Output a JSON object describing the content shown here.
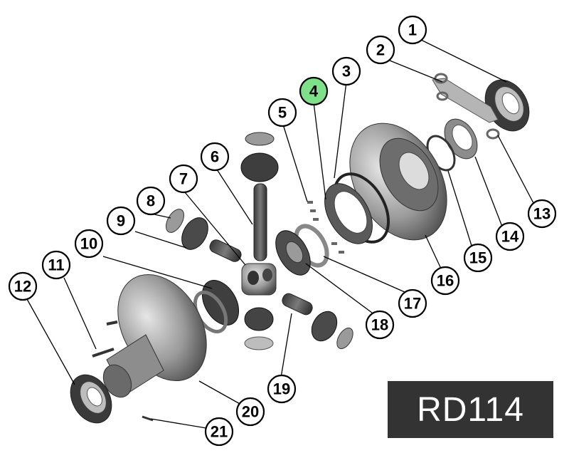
{
  "model_code": "RD114",
  "highlight_color": "#7fe08a",
  "badge_color": "#333333",
  "callouts": [
    {
      "id": 1,
      "label": "1"
    },
    {
      "id": 2,
      "label": "2"
    },
    {
      "id": 3,
      "label": "3"
    },
    {
      "id": 4,
      "label": "4",
      "highlighted": true
    },
    {
      "id": 5,
      "label": "5"
    },
    {
      "id": 6,
      "label": "6"
    },
    {
      "id": 7,
      "label": "7"
    },
    {
      "id": 8,
      "label": "8"
    },
    {
      "id": 9,
      "label": "9"
    },
    {
      "id": 10,
      "label": "10"
    },
    {
      "id": 11,
      "label": "11"
    },
    {
      "id": 12,
      "label": "12"
    },
    {
      "id": 13,
      "label": "13"
    },
    {
      "id": 14,
      "label": "14"
    },
    {
      "id": 15,
      "label": "15"
    },
    {
      "id": 16,
      "label": "16"
    },
    {
      "id": 17,
      "label": "17"
    },
    {
      "id": 18,
      "label": "18"
    },
    {
      "id": 19,
      "label": "19"
    },
    {
      "id": 20,
      "label": "20"
    },
    {
      "id": 21,
      "label": "21"
    }
  ]
}
